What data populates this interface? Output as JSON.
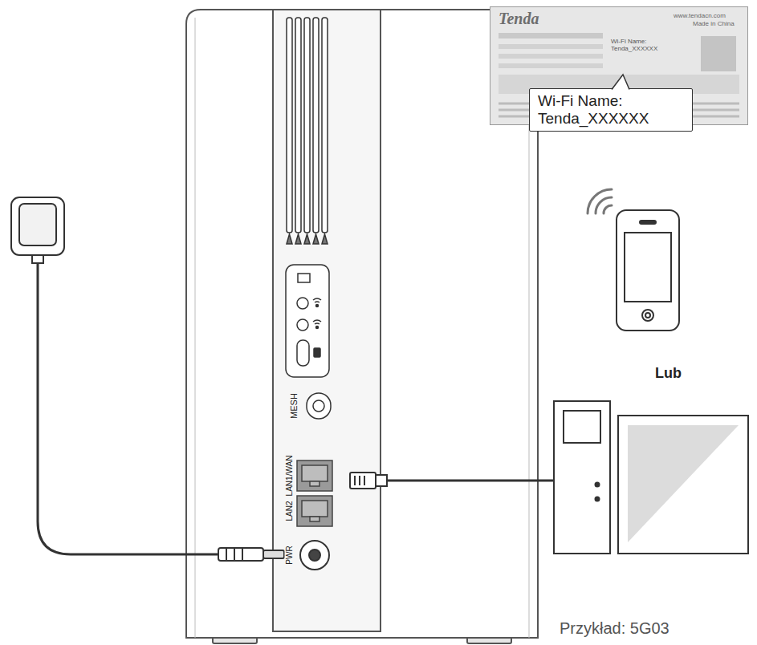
{
  "diagram": {
    "nodes": [
      {
        "text": [
          "Tenda",
          "www.tendacn.com",
          "Made in China",
          "Wi-Fi Name: Tenda_XXXXXX"
        ]
      },
      {
        "text": [
          "Wi-Fi Name: Tenda_XXXXXX"
        ],
        "in": 0
      }
    ],
    "labels": [
      "MESH",
      "LAN1/WAN",
      "LAN2",
      "PWR",
      "Lub",
      "Przykład: 5G03"
    ]
  }
}
